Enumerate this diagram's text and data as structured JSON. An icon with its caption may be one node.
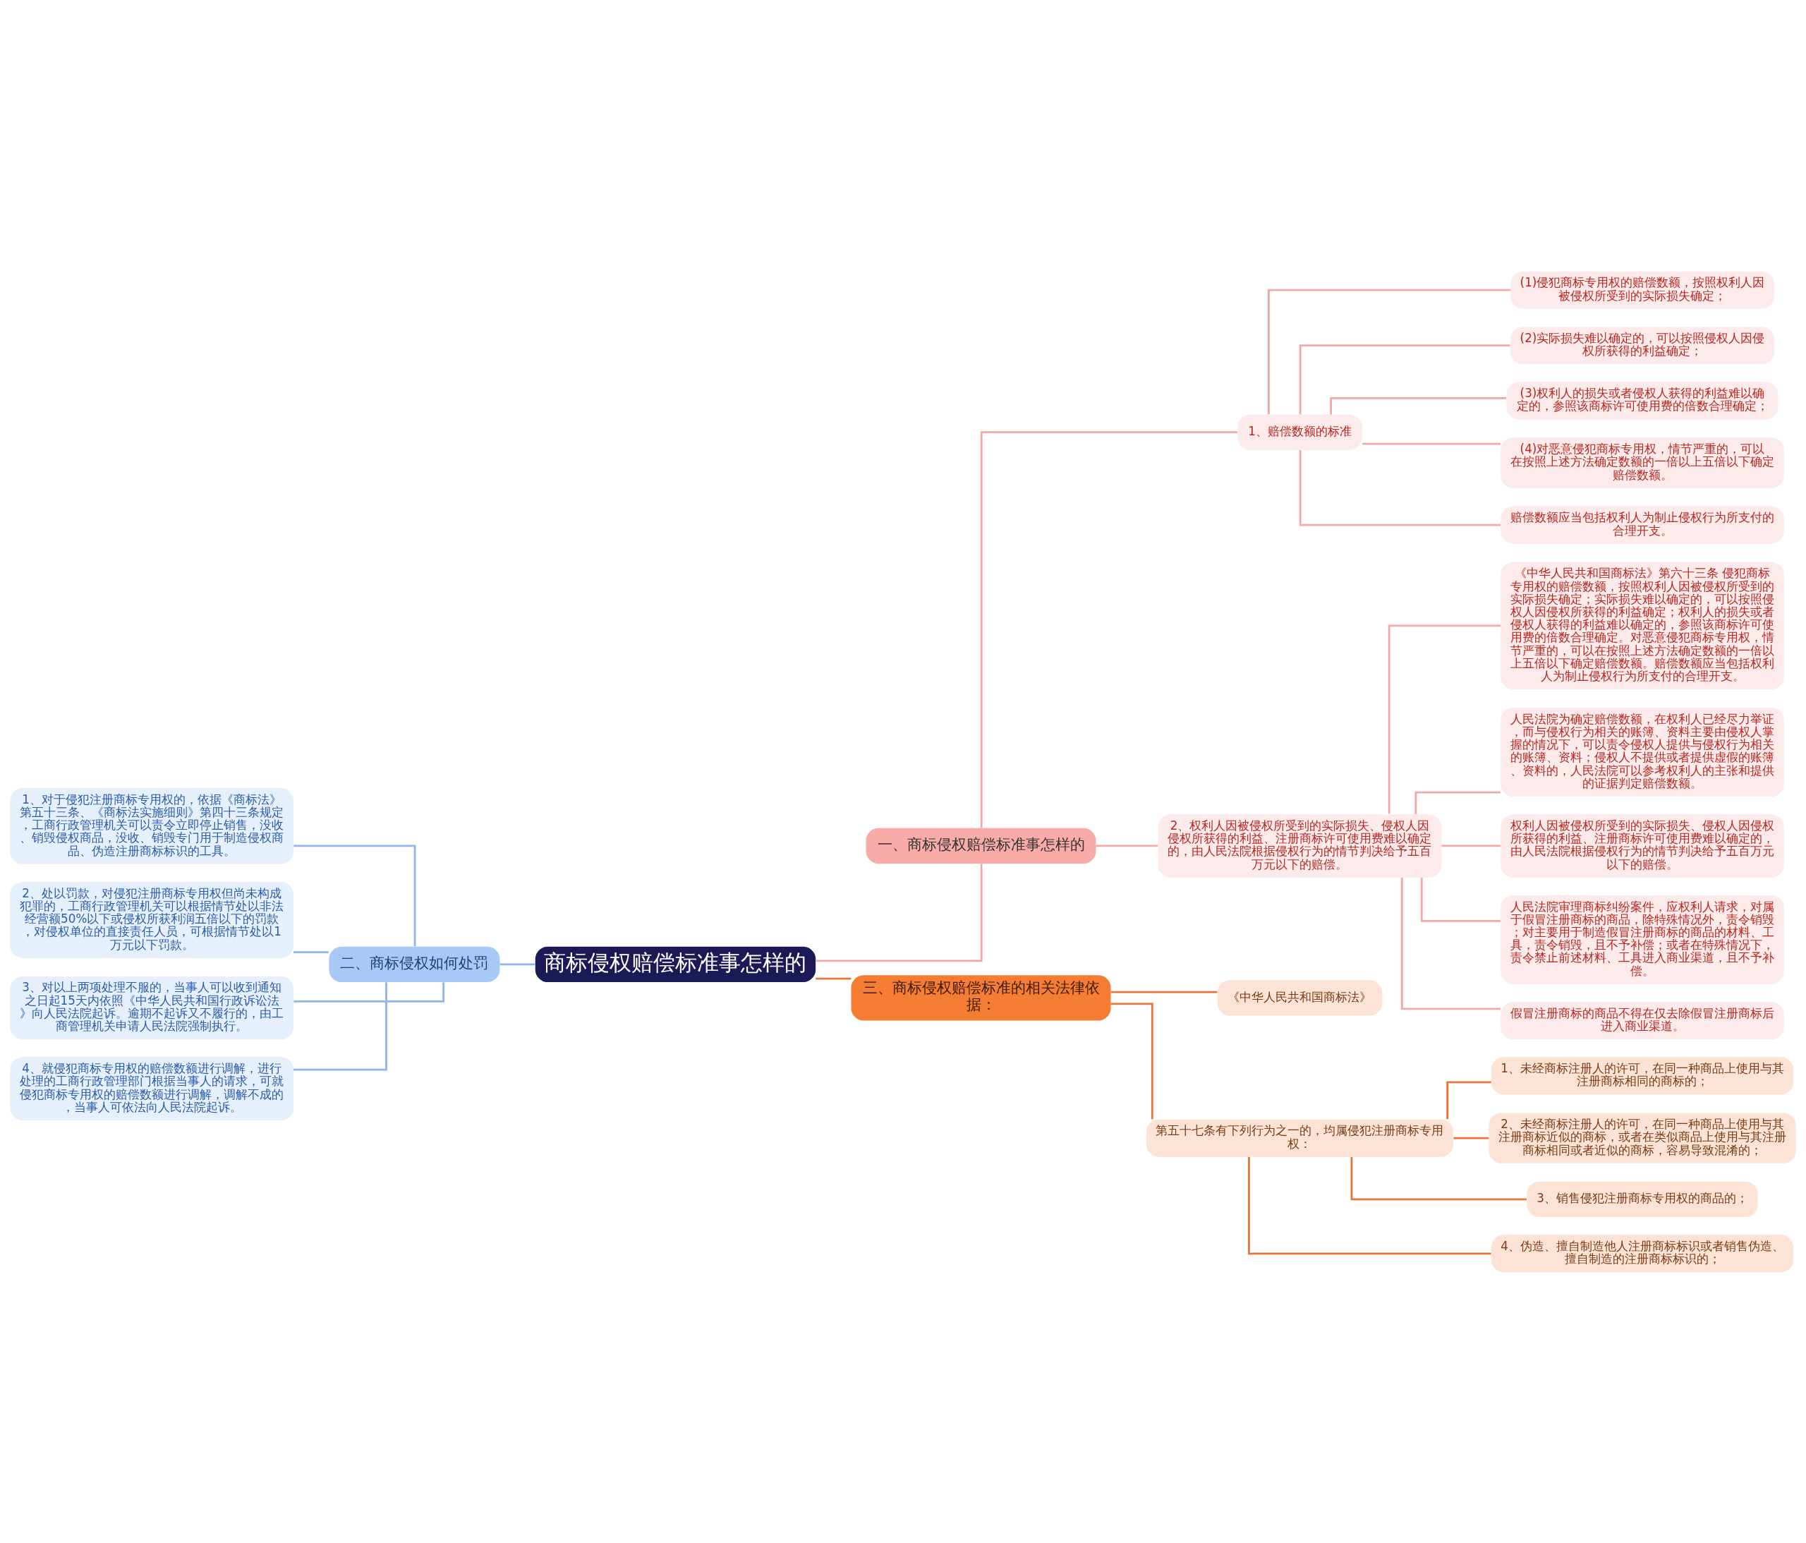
{
  "diagram": {
    "nodes": [
      {
        "text": [
          "商标侵权赔偿标准事怎样的"
        ]
      },
      {
        "text": [
          "一、商标侵权赔偿标准事怎样的"
        ]
      },
      {
        "text": [
          "1、赔偿数额的标准"
        ]
      },
      {
        "text": [
          "(1)侵犯商标专用权的赔偿数额，按照权利人因被侵权所受到的实际损失确定；"
        ]
      },
      {
        "text": [
          "(2)实际损失难以确定的，可以按照侵权人因侵权所获得的利益确定；"
        ]
      },
      {
        "text": [
          "(3)权利人的损失或者侵权人获得的利益难以确定的，参照该商标许可使用费的倍数合理确定；"
        ]
      },
      {
        "text": [
          "(4)对恶意侵犯商标专用权，情节严重的，可以在按照上述方法确定数额的一倍以上五倍以下确定赔偿数额。"
        ]
      },
      {
        "text": [
          "赔偿数额应当包括权利人为制止侵权行为所支付的合理开支。"
        ]
      },
      {
        "text": [
          "2、权利人因被侵权所受到的实际损失、侵权人因侵权所获得的利益、注册商标许可使用费难以确定的，由人民法院根据侵权行为的情节判决给予五百万元以下的赔偿。"
        ]
      },
      {
        "text": [
          "《中华人民共和国商标法》第六十三条 侵犯商标专用权的赔偿数额，按照权利人因被侵权所受到的实际损失确定；实际损失难以确定的，可以按照侵权人因侵权所获得的利益确定；权利人的损失或者侵权人获得的利益难以确定的，参照该商标许可使用费的倍数合理确定。对恶意侵犯商标专用权，情节严重的，可以在按照上述方法确定数额的一倍以上五倍以下确定赔偿数额。赔偿数额应当包括权利人为制止侵权行为所支付的合理开支。"
        ]
      },
      {
        "text": [
          "人民法院为确定赔偿数额，在权利人已经尽力举证，而与侵权行为相关的账簿、资料主要由侵权人掌握的情况下，可以责令侵权人提供与侵权行为相关的账簿、资料；侵权人不提供或者提供虚假的账簿、资料的，人民法院可以参考权利人的主张和提供的证据判定赔偿数额。"
        ]
      },
      {
        "text": [
          "权利人因被侵权所受到的实际损失、侵权人因侵权所获得的利益、注册商标许可使用费难以确定的，由人民法院根据侵权行为的情节判决给予五百万元以下的赔偿。"
        ]
      },
      {
        "text": [
          "人民法院审理商标纠纷案件，应权利人请求，对属于假冒注册商标的商品，除特殊情况外，责令销毁；对主要用于制造假冒注册商标的商品的材料、工具，责令销毁，且不予补偿；或者在特殊情况下，责令禁止前述材料、工具进入商业渠道，且不予补偿。"
        ]
      },
      {
        "text": [
          "假冒注册商标的商品不得在仅去除假冒注册商标后进入商业渠道。"
        ]
      },
      {
        "text": [
          "二、商标侵权如何处罚"
        ]
      },
      {
        "text": [
          "1、对于侵犯注册商标专用权的，依据《商标法》第五十三条、《商标法实施细则》第四十三条规定，工商行政管理机关可以责令立即停止销售，没收、销毁侵权商品，没收、销毁专门用于制造侵权商品、伪造注册商标标识的工具。"
        ]
      },
      {
        "text": [
          "2、处以罚款，对侵犯注册商标专用权但尚未构成犯罪的，工商行政管理机关可以根据情节处以非法经营额50%以下或侵权所获利润五倍以下的罚款，对侵权单位的直接责任人员，可根据情节处以1万元以下罚款。"
        ]
      },
      {
        "text": [
          "3、对以上两项处理不服的，当事人可以收到通知之日起15天内依照《中华人民共和国行政诉讼法》向人民法院起诉。逾期不起诉又不履行的，由工商管理机关申请人民法院强制执行。"
        ]
      },
      {
        "text": [
          "4、就侵犯商标专用权的赔偿数额进行调解，进行处理的工商行政管理部门根据当事人的请求，可就侵犯商标专用权的赔偿数额进行调解，调解不成的，当事人可依法向人民法院起诉。"
        ]
      },
      {
        "text": [
          "三、商标侵权赔偿标准的相关法律依据："
        ]
      },
      {
        "text": [
          "《中华人民共和国商标法》"
        ]
      },
      {
        "text": [
          "第五十七条有下列行为之一的，均属侵犯注册商标专用权："
        ]
      },
      {
        "text": [
          "1、未经商标注册人的许可，在同一种商品上使用与其注册商标相同的商标的；"
        ]
      },
      {
        "text": [
          "2、未经商标注册人的许可，在同一种商品上使用与其注册商标近似的商标，或者在类似商品上使用与其注册商标相同或者近似的商标，容易导致混淆的；"
        ]
      },
      {
        "text": [
          "3、销售侵犯注册商标专用权的商品的；"
        ]
      },
      {
        "text": [
          "4、伪造、擅自制造他人注册商标标识或者销售伪造、擅自制造的注册商标标识的；"
        ]
      }
    ],
    "edges": [
      {
        "from": 0,
        "to": 1,
        "arrow": "none"
      },
      {
        "from": 1,
        "to": 2,
        "arrow": "none"
      },
      {
        "from": 2,
        "to": 3,
        "arrow": "none"
      },
      {
        "from": 2,
        "to": 4,
        "arrow": "none"
      },
      {
        "from": 2,
        "to": 5,
        "arrow": "none"
      },
      {
        "from": 2,
        "to": 6,
        "arrow": "none"
      },
      {
        "from": 2,
        "to": 7,
        "arrow": "none"
      },
      {
        "from": 1,
        "to": 8,
        "arrow": "none"
      },
      {
        "from": 8,
        "to": 9,
        "arrow": "none"
      },
      {
        "from": 8,
        "to": 10,
        "arrow": "none"
      },
      {
        "from": 8,
        "to": 11,
        "arrow": "none"
      },
      {
        "from": 8,
        "to": 12,
        "arrow": "none"
      },
      {
        "from": 8,
        "to": 13,
        "arrow": "none"
      },
      {
        "from": 0,
        "to": 14,
        "arrow": "none",
        "color": "#8fb4ee"
      },
      {
        "from": 14,
        "to": 15,
        "arrow": "none",
        "color": "#8fb4ee"
      },
      {
        "from": 14,
        "to": 16,
        "arrow": "none",
        "color": "#8fb4ee"
      },
      {
        "from": 14,
        "to": 17,
        "arrow": "none",
        "color": "#8fb4ee"
      },
      {
        "from": 14,
        "to": 18,
        "arrow": "none",
        "color": "#8fb4ee"
      },
      {
        "from": 0,
        "to": 19,
        "arrow": "none",
        "color": "#e8743a"
      },
      {
        "from": 19,
        "to": 20,
        "arrow": "none",
        "color": "#e8743a"
      },
      {
        "from": 19,
        "to": 21,
        "arrow": "none",
        "color": "#e8743a"
      },
      {
        "from": 21,
        "to": 22,
        "arrow": "none",
        "color": "#e8743a"
      },
      {
        "from": 21,
        "to": 23,
        "arrow": "none",
        "color": "#e8743a"
      },
      {
        "from": 21,
        "to": 24,
        "arrow": "none",
        "color": "#e8743a"
      },
      {
        "from": 21,
        "to": 25,
        "arrow": "none",
        "color": "#e8743a"
      }
    ]
  }
}
